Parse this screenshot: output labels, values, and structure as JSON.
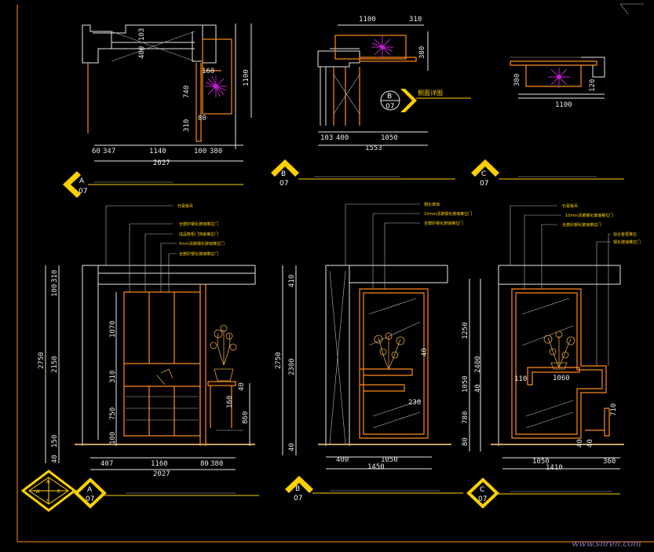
{
  "plan_a": {
    "dims_top": [
      "400",
      "103"
    ],
    "dims_side": [
      "740",
      "310",
      "160",
      "80"
    ],
    "dim_right": "1100",
    "dims_bottom": [
      "60",
      "347",
      "1140",
      "100",
      "380"
    ],
    "dim_total": "2027",
    "label_letter": "A",
    "label_sheet": "07"
  },
  "plan_b": {
    "dims_top": [
      "1100",
      "310"
    ],
    "dim_right": "380",
    "dims_bottom": [
      "103",
      "400",
      "1050"
    ],
    "dim_total": "1553",
    "tag_letter": "B",
    "tag_sheet": "07",
    "tag_text": "侧面详图",
    "label_letter": "B",
    "label_sheet": "07"
  },
  "plan_c": {
    "dims_side": [
      "380",
      "120"
    ],
    "dim_bottom": "1100",
    "label_letter": "C",
    "label_sheet": "07"
  },
  "elev_a": {
    "notes": [
      "石膏板吊",
      "全磨砂钢化玻璃推拉门",
      "成品鞋柜门饰板推拉门",
      "5mm清玻钢化玻璃推拉门",
      "全磨砂钢化玻璃推拉门"
    ],
    "dims_left": [
      "100",
      "310",
      "2750",
      "2150",
      "40",
      "150"
    ],
    "dims_mid": [
      "1070",
      "310",
      "750",
      "100"
    ],
    "dims_right": [
      "40",
      "160",
      "860"
    ],
    "dims_bottom": [
      "407",
      "1160",
      "80",
      "380"
    ],
    "dim_total": "2027",
    "label_letter": "A",
    "label_sheet": "07"
  },
  "elev_b": {
    "notes": [
      "钢化玻璃",
      "10mm清玻钢化玻璃推拉门",
      "全磨砂钢化玻璃推拉门"
    ],
    "dims_left": [
      "410",
      "2750",
      "2300",
      "40"
    ],
    "dims_inner": [
      "40",
      "230"
    ],
    "dims_bottom": [
      "400",
      "1050"
    ],
    "dim_total": "1450",
    "label_letter": "B",
    "label_sheet": "07"
  },
  "elev_c": {
    "notes": [
      "石膏板吊",
      "10mm清玻钢化玻璃推拉门",
      "全磨砂钢化玻璃推拉门",
      "铝合金框推拉",
      "钢化玻璃推拉门"
    ],
    "dims_left": [
      "1250",
      "2400",
      "1050",
      "780",
      "80",
      "40",
      "110"
    ],
    "dims_inner": [
      "110",
      "1060",
      "710"
    ],
    "dims_bottom": [
      "1050",
      "40",
      "360",
      "40"
    ],
    "dim_total": "1410",
    "label_letter": "C",
    "label_sheet": "07"
  },
  "compass": {
    "n": "N",
    "s": "S",
    "w": "W",
    "e": "E"
  },
  "watermark": "www.snren.com",
  "colors": {
    "background": "#000000",
    "line": "#e8e8e8",
    "accent": "#ff8a1c",
    "note": "#ffd000",
    "plant": "#c020d0"
  }
}
